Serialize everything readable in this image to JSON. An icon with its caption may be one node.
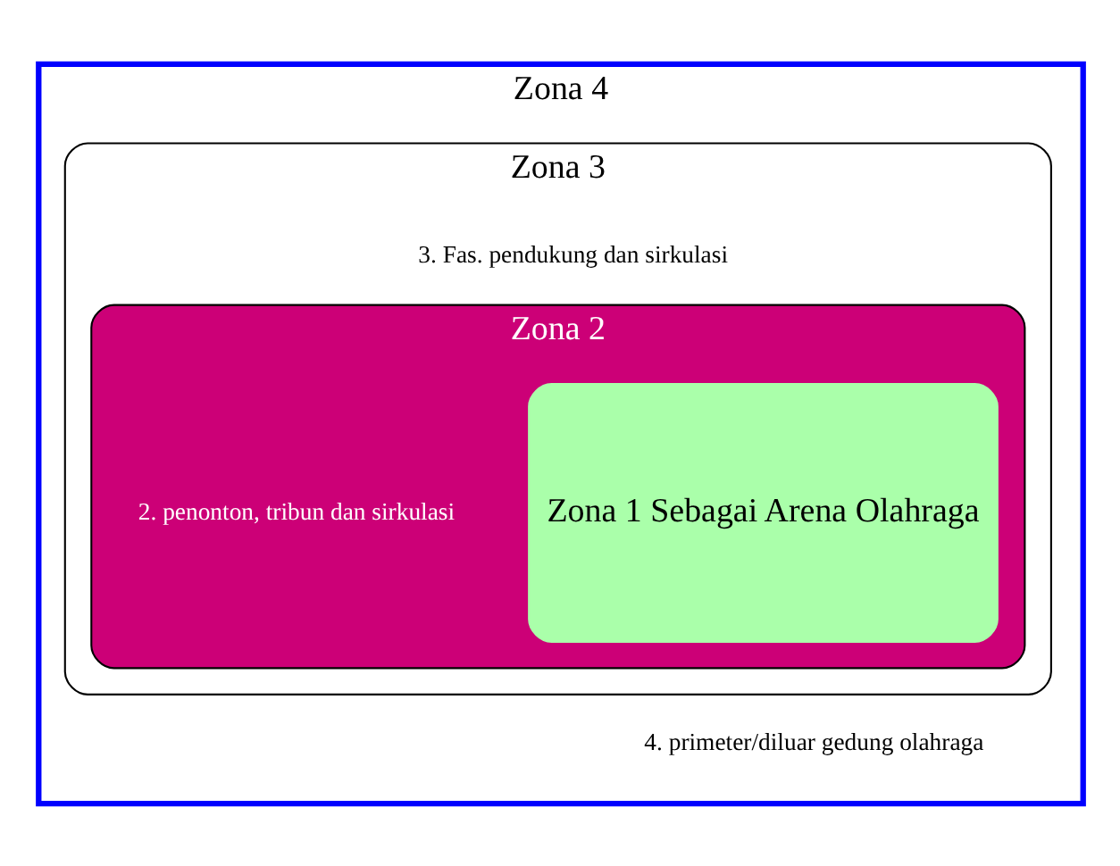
{
  "diagram": {
    "nodes": [
      {
        "text": [
          "Zona 4",
          "4. primeter/diluar gedung olahraga"
        ]
      },
      {
        "text": [
          "Zona 3",
          "3. Fas. pendukung dan sirkulasi"
        ],
        "in": 0
      },
      {
        "text": [
          "Zona 2",
          "2. penonton, tribun dan sirkulasi"
        ],
        "in": 1
      },
      {
        "text": [
          "Zona 1 Sebagai Arena Olahraga"
        ],
        "in": 2
      }
    ]
  }
}
